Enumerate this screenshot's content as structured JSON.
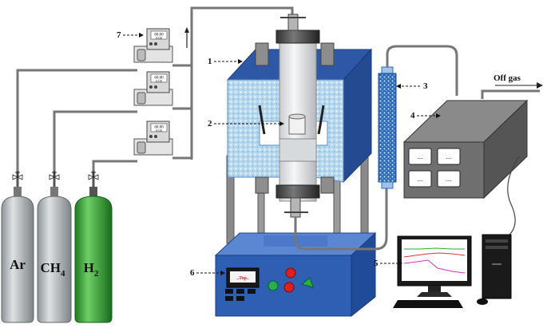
{
  "figure": {
    "callouts": [
      {
        "id": "1",
        "label": "1"
      },
      {
        "id": "2",
        "label": "2"
      },
      {
        "id": "3",
        "label": "3"
      },
      {
        "id": "4",
        "label": "4"
      },
      {
        "id": "5",
        "label": "5"
      },
      {
        "id": "6",
        "label": "6"
      },
      {
        "id": "7",
        "label": "7"
      }
    ],
    "off_gas": "Off gas",
    "cylinders": [
      {
        "label_main": "Ar",
        "label_sub": "",
        "color": "#b9bfc3"
      },
      {
        "label_main": "CH",
        "label_sub": "4",
        "color": "#b9bfc3"
      },
      {
        "label_main": "H",
        "label_sub": "2",
        "color": "#2f9d34"
      }
    ],
    "flow_controllers": [
      {
        "value": "60.00",
        "unit": "sccm"
      },
      {
        "value": "60.00",
        "unit": "sccm"
      },
      {
        "value": "60.00",
        "unit": "sccm"
      }
    ],
    "analyzer_buttons": [
      "....",
      "....",
      "....",
      "...."
    ],
    "panel_display": "..Top..",
    "colors": {
      "furnace_blue": "#3c66b8",
      "insulation": "#a9cde6",
      "base_blue": "#2f5fb3",
      "analyzer_gray": "#6f6f6f",
      "cylinder_green": "#2f9d34",
      "cylinder_gray": "#b9bfc3",
      "button_red": "#e02020",
      "button_green": "#26b04a"
    }
  }
}
